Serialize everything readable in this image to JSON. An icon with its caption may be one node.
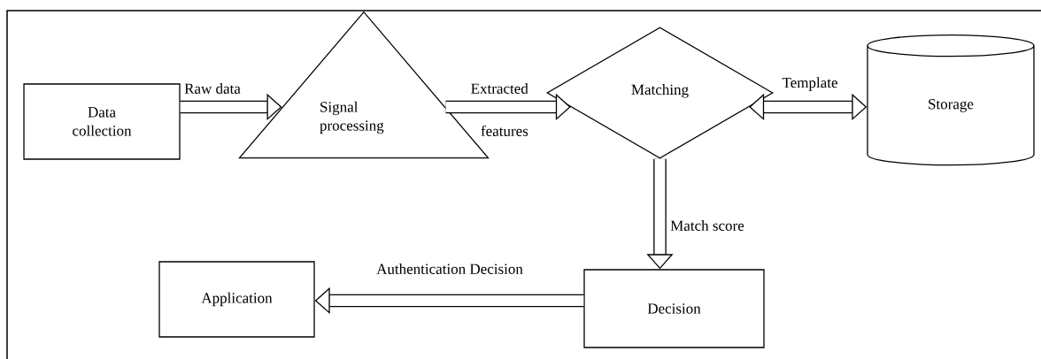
{
  "diagram": {
    "nodes": [
      {
        "text": [
          "Data collection"
        ]
      },
      {
        "text": [
          "Signal processing"
        ]
      },
      {
        "text": [
          "Matching"
        ]
      },
      {
        "text": [
          "Storage"
        ]
      },
      {
        "text": [
          "Decision"
        ]
      },
      {
        "text": [
          "Application"
        ]
      }
    ],
    "edges": [
      {
        "from": 0,
        "to": 1,
        "arrow": "to",
        "label": "Raw data"
      },
      {
        "from": 1,
        "to": 2,
        "arrow": "to",
        "label": "Extracted features"
      },
      {
        "from": 2,
        "to": 3,
        "arrow": "both",
        "label": "Template"
      },
      {
        "from": 2,
        "to": 4,
        "arrow": "to",
        "label": "Match score"
      },
      {
        "from": 4,
        "to": 5,
        "arrow": "to",
        "label": "Authentication Decision"
      }
    ]
  }
}
